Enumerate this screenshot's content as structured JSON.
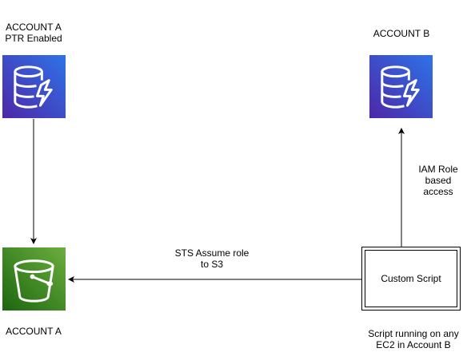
{
  "account_a_top": {
    "line1": "ACCOUNT A",
    "line2": "PTR Enabled"
  },
  "account_b_top": {
    "label": "ACCOUNT B"
  },
  "account_a_bottom": {
    "label": "ACCOUNT A"
  },
  "iam_label": {
    "line1": "IAM Role",
    "line2": "based",
    "line3": "access"
  },
  "sts_label": {
    "line1": "STS Assume role",
    "line2": "to S3"
  },
  "custom_script": {
    "label": "Custom Script"
  },
  "script_caption": {
    "line1": "Script running on any",
    "line2": "EC2 in Account B"
  },
  "icons": {
    "dynamodb_a": "dynamodb-icon",
    "dynamodb_b": "dynamodb-icon",
    "s3": "s3-bucket-icon"
  },
  "colors": {
    "dynamodb_top": "#4d27a8",
    "dynamodb_bottom": "#2e73e8",
    "s3_top": "#1b660f",
    "s3_bottom": "#6cae3e",
    "line": "#000000"
  }
}
